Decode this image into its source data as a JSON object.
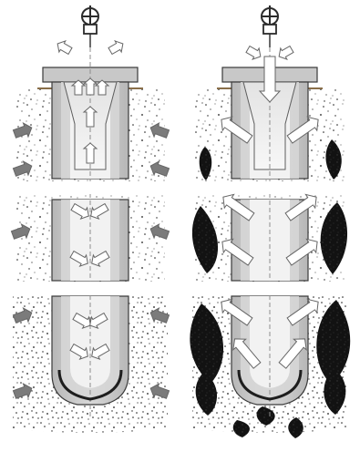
{
  "diagram": {
    "panels": [
      {
        "id": "left",
        "mode": "inflow-from-soil",
        "arrow_direction": "inward"
      },
      {
        "id": "right",
        "mode": "outflow-into-soil",
        "arrow_direction": "outward"
      }
    ],
    "colors": {
      "background": "#ffffff",
      "pipe_wall": "#c8c8c8",
      "pipe_outline": "#3a3a3a",
      "pipe_interior": "#f2f2f2",
      "funnel_fill": "#e7e7e7",
      "soil_dots": "#1a1a1a",
      "dense_soil": "#111111",
      "arrow_fill": "#ffffff",
      "arrow_gray": "#7b7b7b",
      "cap_band": "#8a6f4a",
      "section_gap": "#ffffff"
    },
    "icons": {
      "pump_symbol": "valve-circle-icon",
      "arrows": "block-arrow-icon"
    }
  }
}
